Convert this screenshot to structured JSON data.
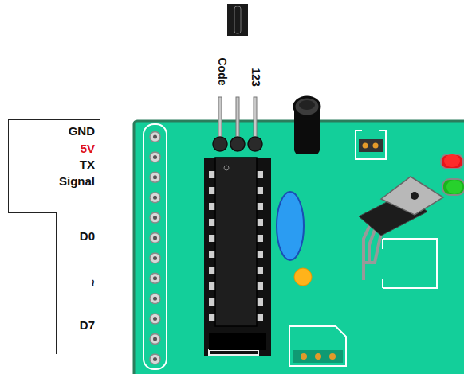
{
  "diagram": {
    "nodes": [
      {
        "text": [
          "GND",
          "5V",
          "TX",
          "Signal"
        ]
      },
      {
        "text": [
          "D0",
          "≀",
          "D7"
        ]
      }
    ],
    "labels": [
      "Code",
      "123"
    ]
  }
}
